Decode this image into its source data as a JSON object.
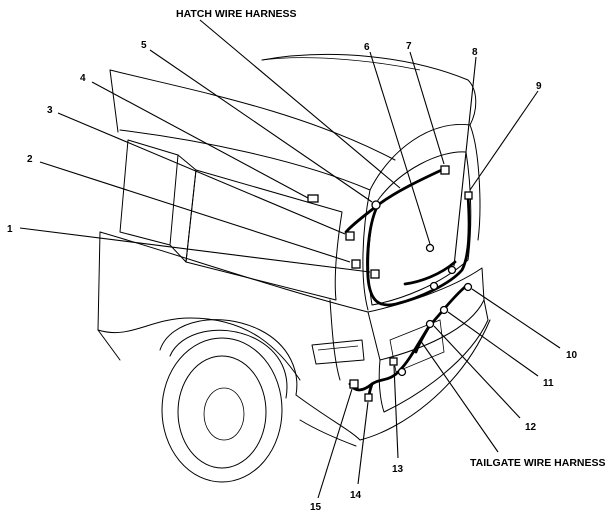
{
  "labels": {
    "hatch_harness": "HATCH WIRE HARNESS",
    "tailgate_harness": "TAILGATE WIRE HARNESS"
  },
  "callouts": [
    "1",
    "2",
    "3",
    "4",
    "5",
    "6",
    "7",
    "8",
    "9",
    "10",
    "11",
    "12",
    "13",
    "14",
    "15"
  ]
}
